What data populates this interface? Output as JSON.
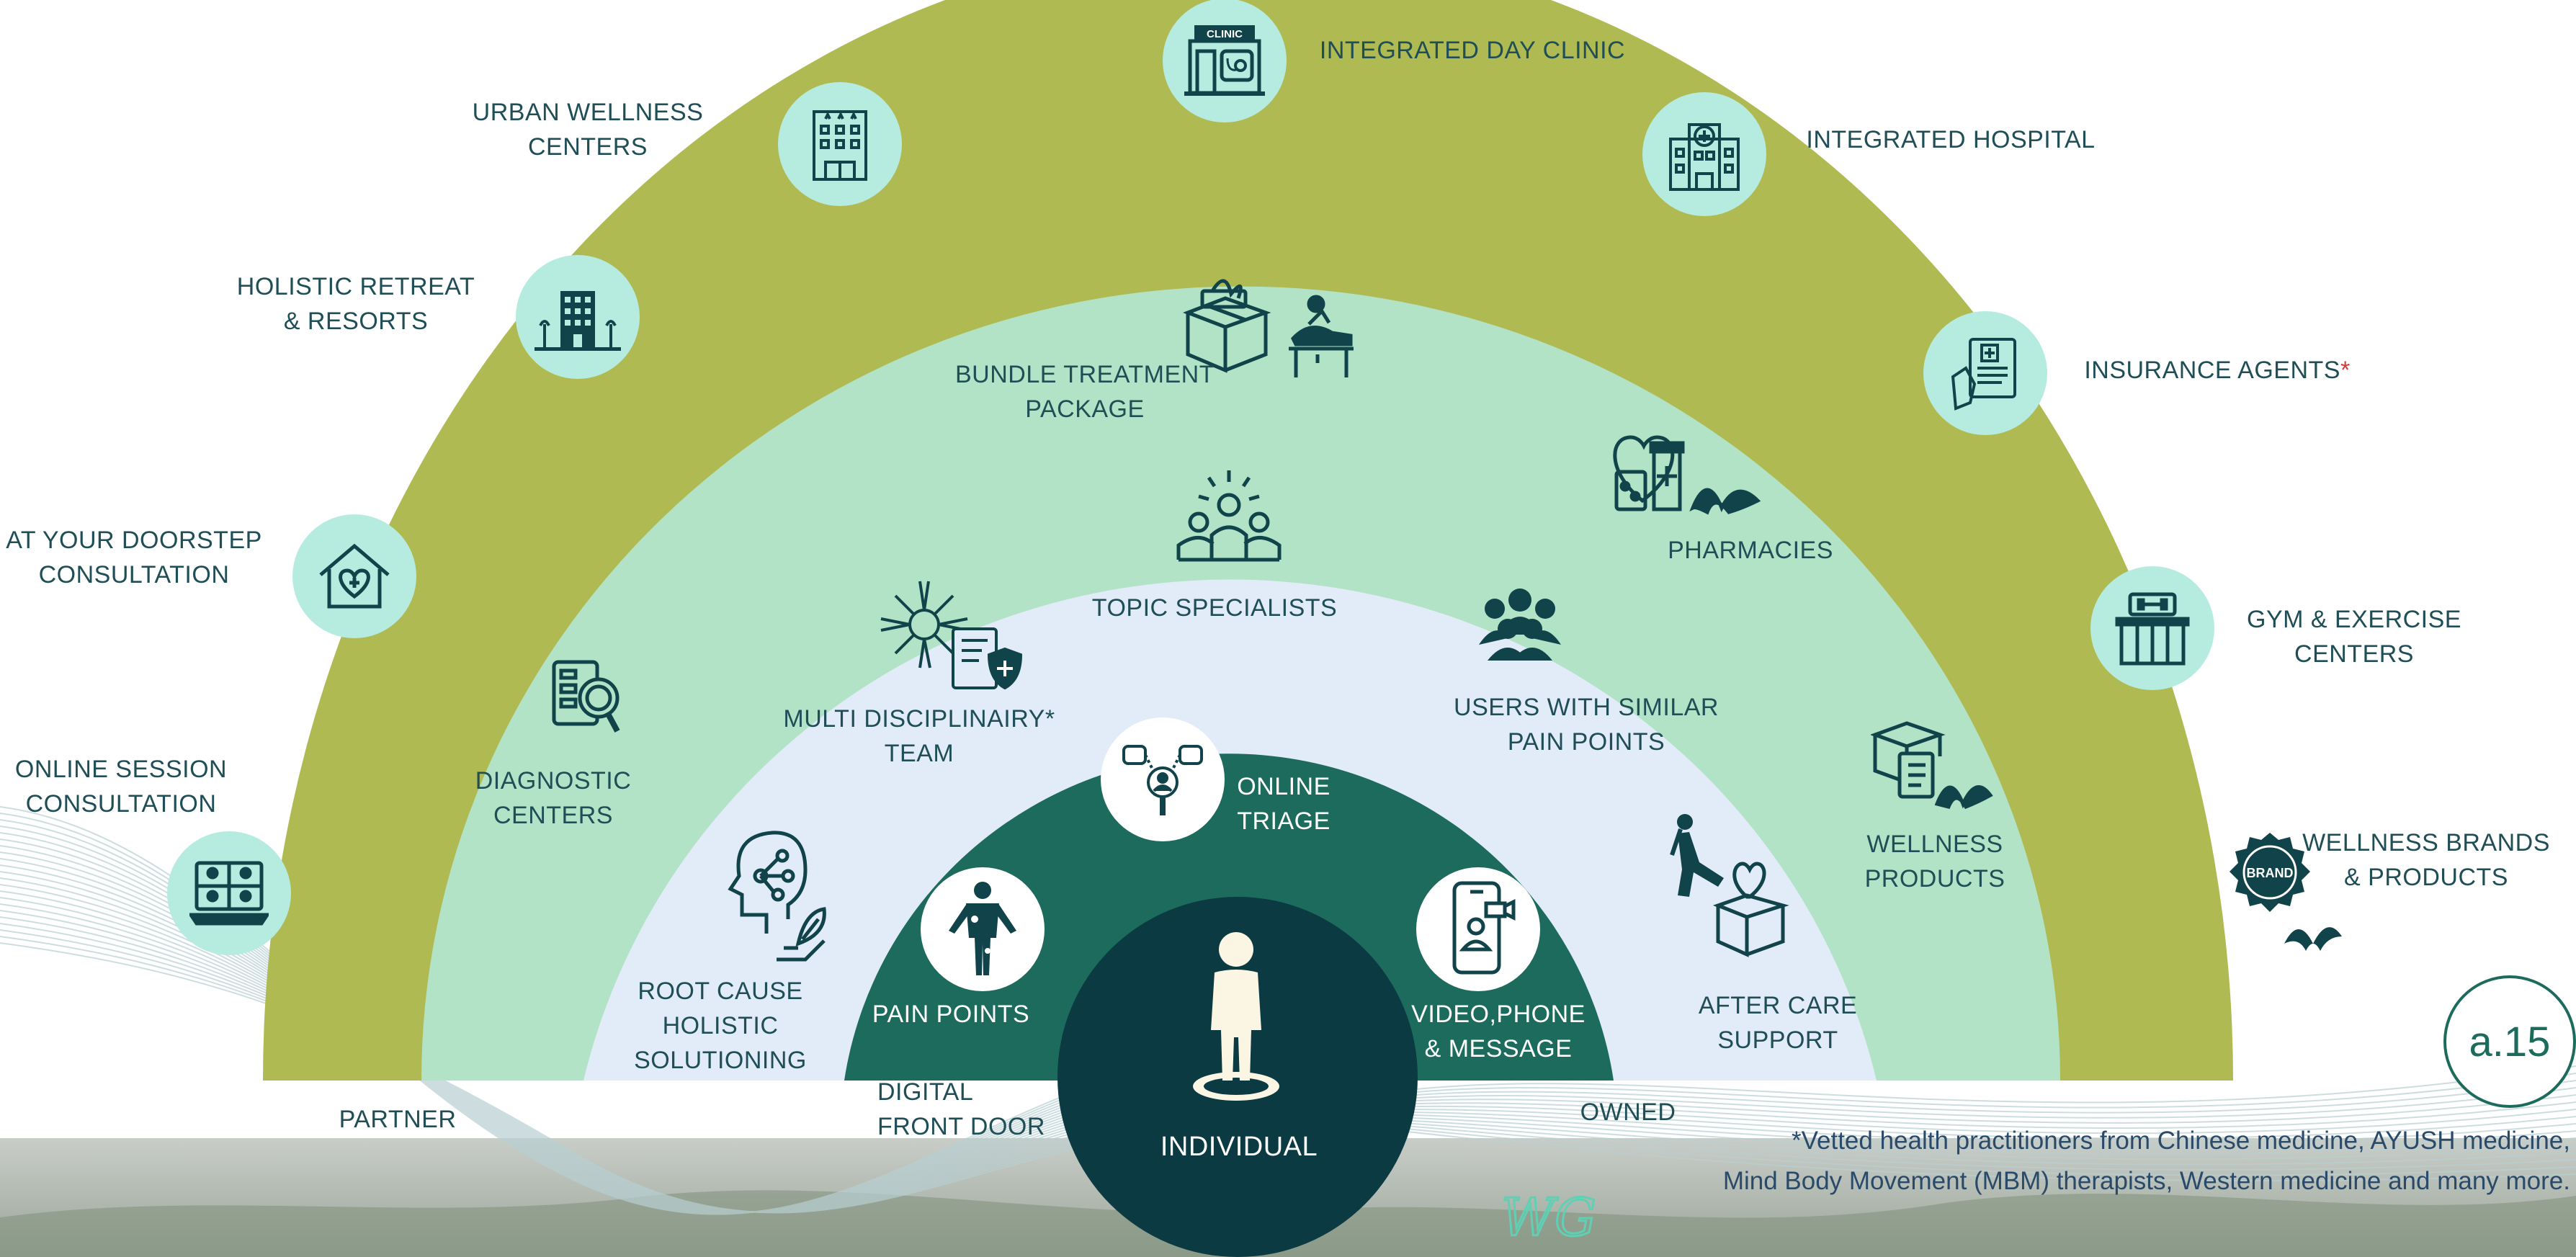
{
  "colors": {
    "outer_band": "#b0ba52",
    "middle_band": "#b3e3c6",
    "inner_band": "#e2ebf8",
    "core_band": "#1c6b5c",
    "center": "#0b3a42",
    "icon_circle": "#b6ece0",
    "text": "#1f4e56",
    "asterisk": "#d23b3b"
  },
  "zones": {
    "partner": "PARTNER",
    "digital_front_door": [
      "DIGITAL",
      "FRONT DOOR"
    ],
    "owned": "OWNED",
    "individual": "INDIVIDUAL"
  },
  "partners": [
    {
      "lines": [
        "ONLINE SESSION",
        "CONSULTATION"
      ],
      "icon": "video-call-icon"
    },
    {
      "lines": [
        "AT YOUR DOORSTEP",
        "CONSULTATION"
      ],
      "icon": "home-care-icon"
    },
    {
      "lines": [
        "HOLISTIC RETREAT",
        "& RESORTS"
      ],
      "icon": "resort-icon"
    },
    {
      "lines": [
        "URBAN WELLNESS",
        "CENTERS"
      ],
      "icon": "building-icon"
    },
    {
      "lines": [
        "INTEGRATED DAY CLINIC"
      ],
      "icon": "clinic-icon",
      "icon_text": "CLINIC"
    },
    {
      "lines": [
        "INTEGRATED HOSPITAL"
      ],
      "icon": "hospital-icon"
    },
    {
      "lines": [
        "INSURANCE AGENTS"
      ],
      "asterisk": "*",
      "icon": "insurance-document-icon"
    },
    {
      "lines": [
        "GYM & EXERCISE",
        "CENTERS"
      ],
      "icon": "gym-icon"
    },
    {
      "lines": [
        "WELLNESS BRANDS",
        "& PRODUCTS"
      ],
      "icon": "brand-seal-icon",
      "icon_text": "BRAND"
    }
  ],
  "owned_services": [
    {
      "lines": [
        "BUNDLE TREATMENT",
        "PACKAGE"
      ],
      "icon": "gift-massage-icon"
    },
    {
      "lines": [
        "DIAGNOSTIC",
        "CENTERS"
      ],
      "icon": "diagnostic-icon"
    },
    {
      "lines": [
        "PHARMACIES"
      ],
      "icon": "pharmacy-icon"
    },
    {
      "lines": [
        "WELLNESS",
        "PRODUCTS"
      ],
      "icon": "wellness-products-icon"
    }
  ],
  "platform_features": [
    {
      "lines": [
        "TOPIC SPECIALISTS"
      ],
      "icon": "specialist-group-icon"
    },
    {
      "lines": [
        "MULTI DISCIPLINAIRY*",
        "TEAM"
      ],
      "icon": "team-hands-icon"
    },
    {
      "lines": [
        "USERS WITH SIMILAR",
        "PAIN POINTS"
      ],
      "icon": "community-icon"
    },
    {
      "lines": [
        "ROOT CAUSE",
        "HOLISTIC",
        "SOLUTIONING"
      ],
      "icon": "head-network-icon"
    },
    {
      "lines": [
        "AFTER CARE",
        "SUPPORT"
      ],
      "icon": "care-box-icon"
    }
  ],
  "digital_features": [
    {
      "lines": [
        "ONLINE",
        "TRIAGE"
      ],
      "icon": "triage-icon"
    },
    {
      "lines": [
        "PAIN POINTS"
      ],
      "icon": "body-pain-icon"
    },
    {
      "lines": [
        "VIDEO,PHONE",
        "& MESSAGE"
      ],
      "icon": "phone-video-icon"
    }
  ],
  "footnote": {
    "line1": "*Vetted health practitioners from Chinese medicine, AYUSH medicine,",
    "line2": "Mind Body Movement (MBM) therapists, Western medicine and many more."
  },
  "badge": "a.15",
  "logo_text": "WG"
}
